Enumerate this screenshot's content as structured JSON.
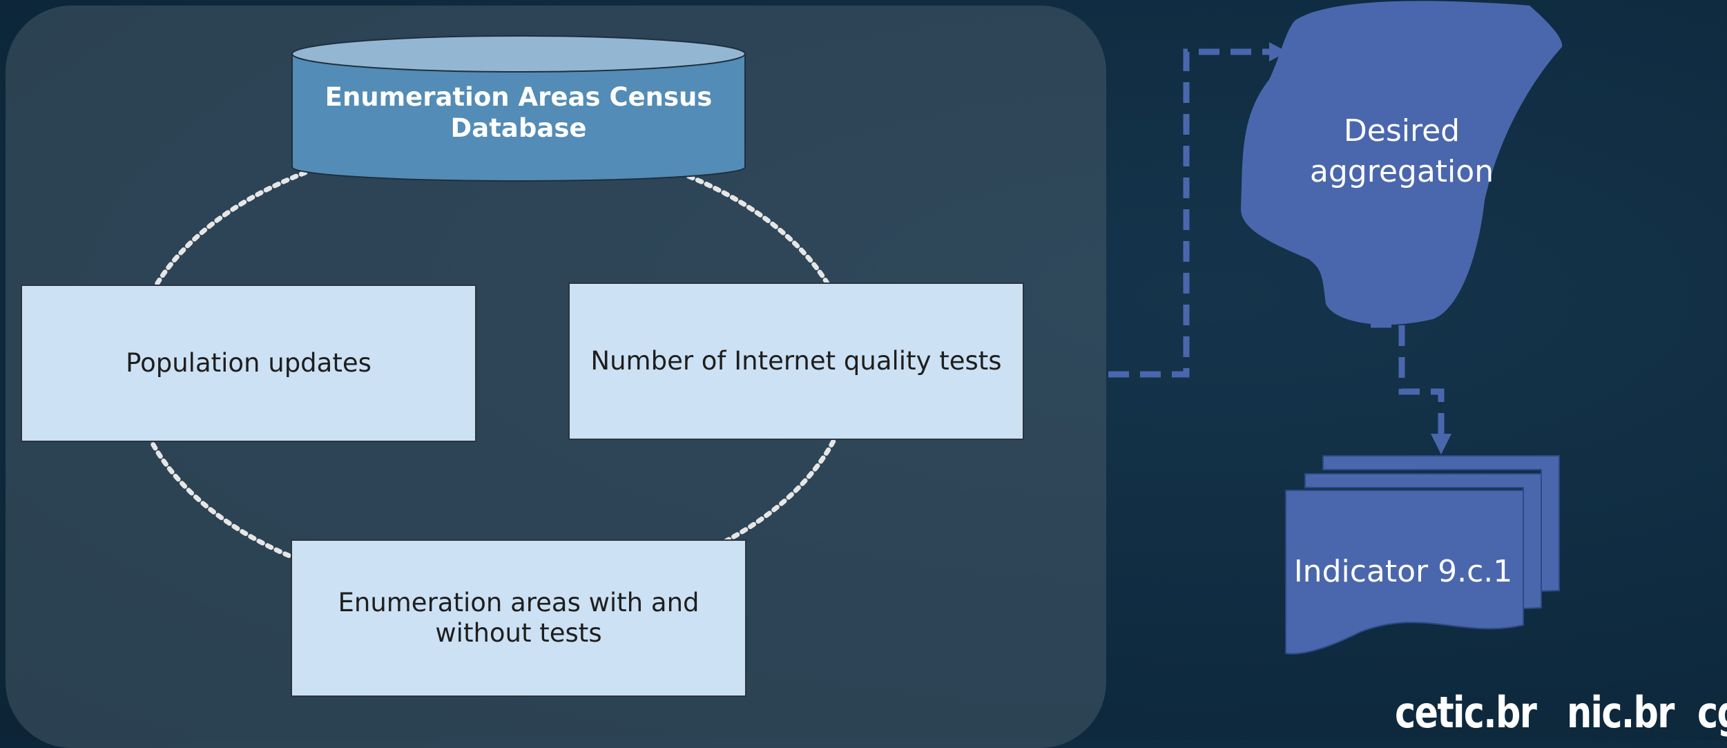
{
  "diagram": {
    "database": {
      "label": "Enumeration Areas Census Database"
    },
    "boxes": {
      "population": "Population updates",
      "internet_tests": "Number of Internet quality tests",
      "enumeration_tests": "Enumeration areas with and without tests"
    },
    "aggregation": {
      "label": "Desired aggregation"
    },
    "indicator": {
      "label": "Indicator 9.c.1"
    }
  },
  "footer": {
    "logos": [
      "cetic.br",
      "nic.br",
      "cgi.br"
    ]
  },
  "colors": {
    "background": "#0f2b40",
    "panel": "#465a68",
    "box_fill": "#cce1f3",
    "database_fill": "#538cb6",
    "shape_blue": "#4a67ad",
    "connector": "#4a67ad",
    "dotted_ring": "#e6e6e6"
  },
  "icons": {
    "logos": "organization-logo"
  }
}
